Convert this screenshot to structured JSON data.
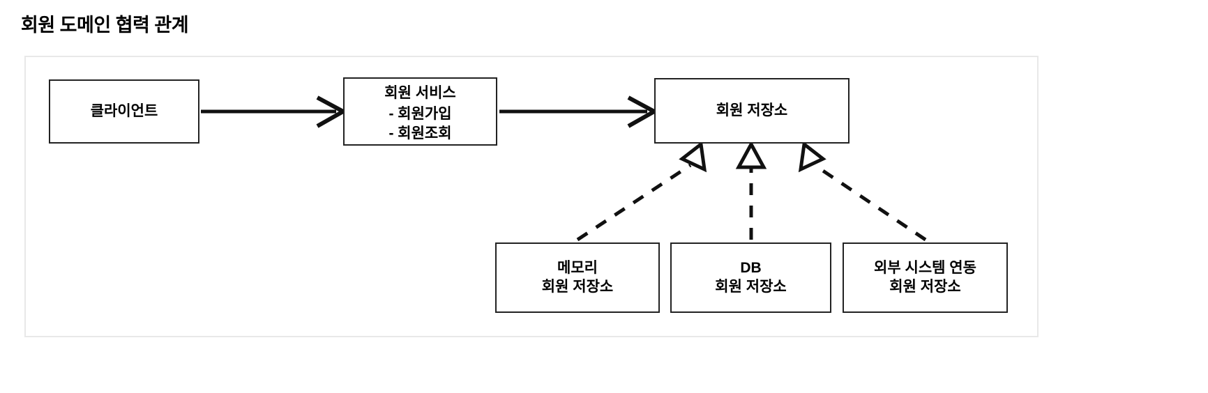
{
  "page": {
    "title": "회원 도메인 협력 관계"
  },
  "diagram": {
    "type": "uml-collaboration",
    "nodes": [
      {
        "id": "client",
        "label": "클라이언트"
      },
      {
        "id": "service",
        "label": "회원 서비스",
        "operations": [
          "- 회원가입",
          "- 회원조회"
        ]
      },
      {
        "id": "repo",
        "label": "회원 저장소"
      },
      {
        "id": "memory",
        "label": "메모리",
        "sublabel": "회원 저장소"
      },
      {
        "id": "db",
        "label": "DB",
        "sublabel": "회원 저장소"
      },
      {
        "id": "external",
        "label": "외부 시스템 연동",
        "sublabel": "회원 저장소"
      }
    ],
    "edges": [
      {
        "from": "client",
        "to": "service",
        "style": "solid-arrow"
      },
      {
        "from": "service",
        "to": "repo",
        "style": "solid-arrow"
      },
      {
        "from": "memory",
        "to": "repo",
        "style": "dashed-realization"
      },
      {
        "from": "db",
        "to": "repo",
        "style": "dashed-realization"
      },
      {
        "from": "external",
        "to": "repo",
        "style": "dashed-realization"
      }
    ],
    "colors": {
      "stroke": "#222222",
      "frame": "#e8e8e8",
      "background": "#ffffff",
      "text": "#000000"
    }
  }
}
